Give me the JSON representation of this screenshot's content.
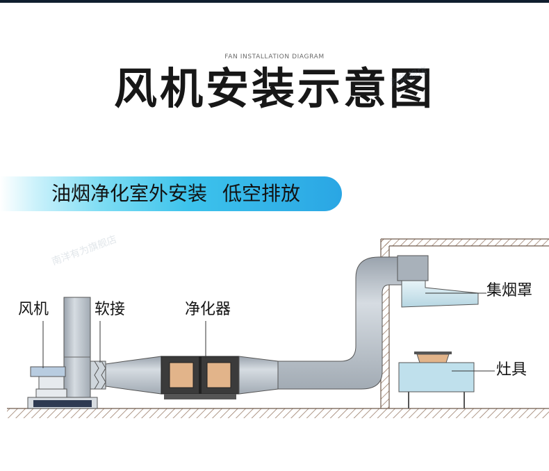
{
  "header": {
    "subtitle": "FAN INSTALLATION DIAGRAM",
    "title": "风机安装示意图"
  },
  "banner": {
    "main": "油烟净化室外安装",
    "side": "低空排放"
  },
  "watermark": {
    "text_1": "南洋有为旗舰店",
    "text_2": "为旗舰店"
  },
  "diagram": {
    "labels": {
      "fan": "风机",
      "soft_joint": "软接",
      "purifier": "净化器",
      "hood": "集烟罩",
      "stove": "灶具"
    }
  },
  "colors": {
    "banner_gradient_end": "#2aa6e4",
    "duct": "#b8c0c8",
    "wall_hatch": "#9a7d6a",
    "purifier_panel": "#e2b48a",
    "hood": "#cde6f0"
  }
}
